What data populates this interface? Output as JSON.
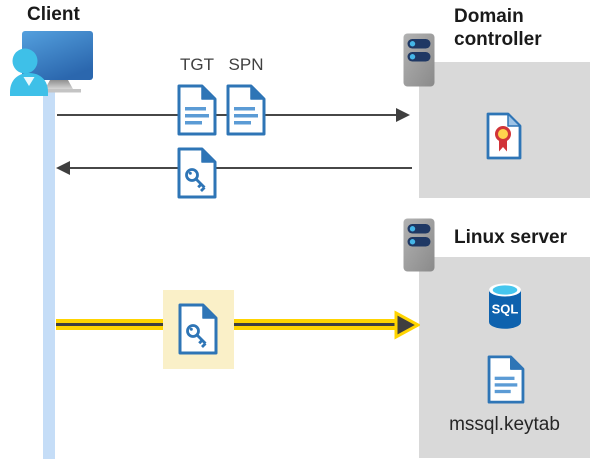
{
  "colors": {
    "doc_blue": "#2E75B6",
    "doc_line_blue": "#5B9BD5",
    "box_gray": "#D9D9D9",
    "arrow_gray": "#474747",
    "arrowhead_gray": "#3F3F3F",
    "flow_yellow": "#FFD400",
    "highlight_yellow": "#FAF0C8",
    "lifeline_blue": "#C5DDF7",
    "label_dark": "#1A1A1A",
    "sublabel_gray": "#404040",
    "sql_blue": "#0E62AE",
    "sql_cyan": "#45C6EE",
    "server_bar_navy": "#1F3864",
    "server_dot_blue": "#45B6E8",
    "cert_gold": "#FFD34D",
    "cert_red": "#D13438"
  },
  "client": {
    "label": "Client"
  },
  "domain_controller": {
    "label": "Domain controller"
  },
  "linux_server": {
    "label": "Linux server",
    "sql_label": "SQL",
    "keytab_label": "mssql.keytab"
  },
  "flows": {
    "ticket_request": {
      "tgt_label": "TGT",
      "spn_label": "SPN"
    }
  },
  "icons": [
    "client-icon",
    "server-icon",
    "document-icon",
    "key-document-icon",
    "certificate-icon",
    "sql-database-icon"
  ]
}
